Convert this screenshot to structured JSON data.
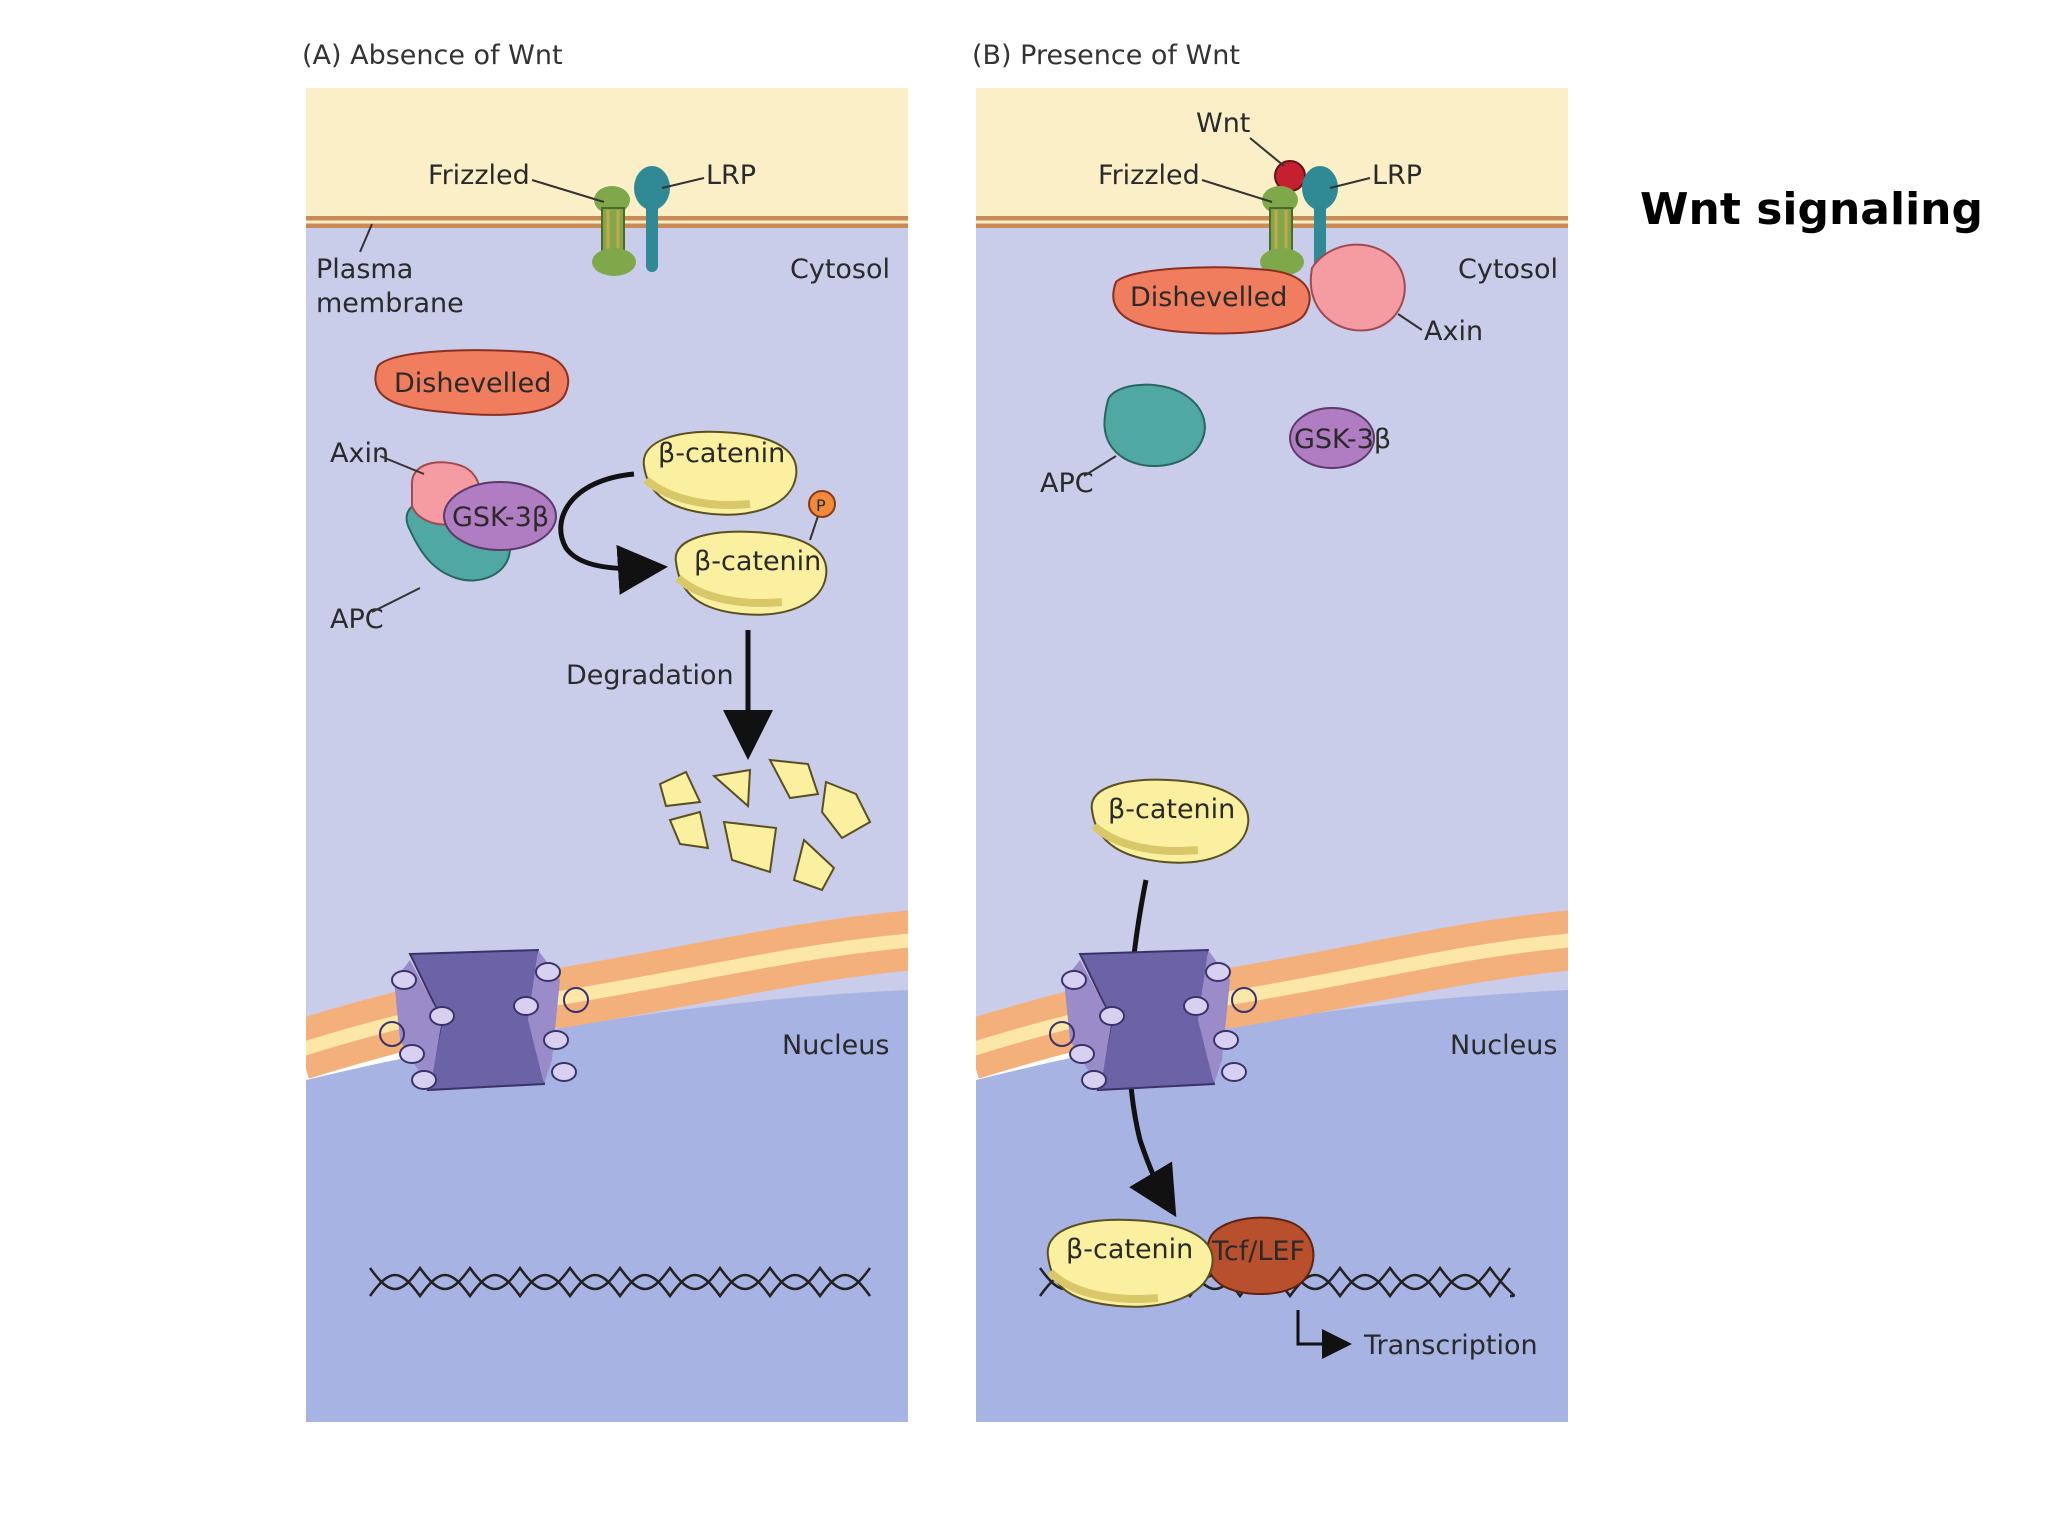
{
  "slide": {
    "title": "Wnt signaling"
  },
  "colors": {
    "extracellular": "#fbefc8",
    "cytosol": "#c9cdea",
    "nucleus": "#a7b3e2",
    "membrane": "#c98a57",
    "nuclear_envelope": "#f4b07b",
    "pore": "#6b63a6",
    "dishevelled": "#ef7d5e",
    "axin": "#f49ca1",
    "apc": "#4fa8a1",
    "gsk3b": "#b07cc2",
    "beta_catenin": "#fbf0a0",
    "phosphate": "#f08a3c",
    "wnt": "#c42030",
    "tcf_lef": "#b8502e",
    "frizzled": "#7fa84a",
    "lrp": "#2f8a96"
  },
  "panel_a": {
    "title": "(A)  Absence of Wnt",
    "frizzled": "Frizzled",
    "lrp": "LRP",
    "plasma_membrane_line1": "Plasma",
    "plasma_membrane_line2": "membrane",
    "cytosol": "Cytosol",
    "dishevelled": "Dishevelled",
    "axin": "Axin",
    "gsk": "GSK-3β",
    "apc": "APC",
    "beta_catenin_1": "β-catenin",
    "beta_catenin_2": "β-catenin",
    "phosphate": "P",
    "degradation": "Degradation",
    "nucleus": "Nucleus"
  },
  "panel_b": {
    "title": "(B)  Presence of Wnt",
    "wnt": "Wnt",
    "frizzled": "Frizzled",
    "lrp": "LRP",
    "cytosol": "Cytosol",
    "dishevelled": "Dishevelled",
    "axin": "Axin",
    "apc": "APC",
    "gsk": "GSK-3β",
    "beta_catenin": "β-catenin",
    "nucleus": "Nucleus",
    "beta_catenin_nuclear": "β-catenin",
    "tcf_lef": "Tcf/LEF",
    "transcription": "Transcription"
  }
}
